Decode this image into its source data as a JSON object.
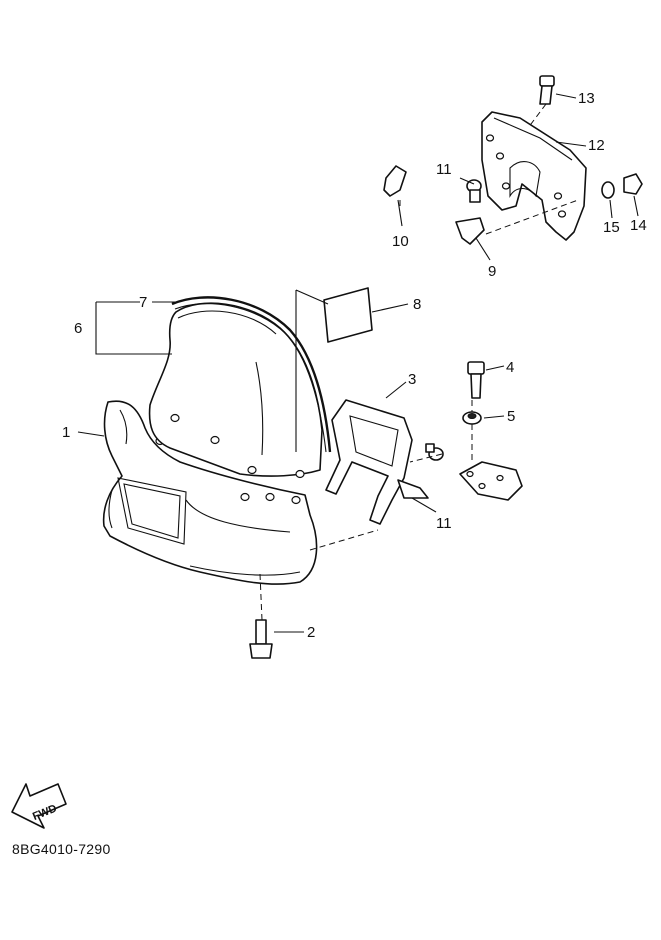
{
  "diagram": {
    "callouts": [
      "1",
      "2",
      "3",
      "4",
      "5",
      "6",
      "7",
      "8",
      "9",
      "10",
      "11",
      "11",
      "12",
      "13",
      "14",
      "15"
    ],
    "fwd_label": "FWD",
    "drawing_code": "8BG4010-7290"
  }
}
